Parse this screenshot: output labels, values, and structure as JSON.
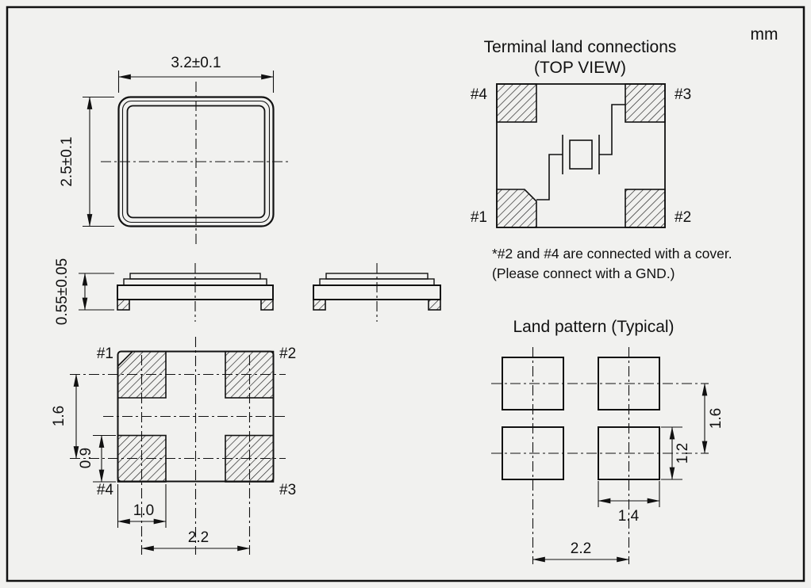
{
  "unit_label": "mm",
  "package_top_view": {
    "dim_width": "3.2±0.1",
    "dim_height": "2.5±0.1"
  },
  "package_side_view": {
    "dim_thickness": "0.55±0.05"
  },
  "package_bottom_view": {
    "pin_labels": {
      "pin1": "#1",
      "pin2": "#2",
      "pin3": "#3",
      "pin4": "#4"
    },
    "dim_row_pitch": "1.6",
    "dim_pad_height": "0.9",
    "dim_pad_width": "1.0",
    "dim_col_pitch": "2.2"
  },
  "terminal_land_connections": {
    "title": "Terminal land connections",
    "subtitle": "(TOP VIEW)",
    "pin_labels": {
      "pin1": "#1",
      "pin2": "#2",
      "pin3": "#3",
      "pin4": "#4"
    },
    "note_line1": "*#2 and #4 are connected with a cover.",
    "note_line2": "(Please connect with a GND.)"
  },
  "land_pattern": {
    "title": "Land pattern (Typical)",
    "dim_row_pitch": "1.6",
    "dim_pad_height": "1.2",
    "dim_pad_width": "1.4",
    "dim_col_pitch": "2.2"
  }
}
